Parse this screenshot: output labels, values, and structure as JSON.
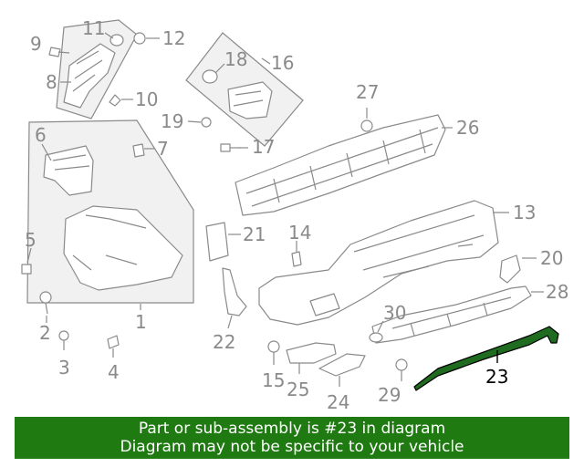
{
  "callouts": {
    "c1": "1",
    "c2": "2",
    "c3": "3",
    "c4": "4",
    "c5": "5",
    "c6": "6",
    "c7": "7",
    "c8": "8",
    "c9": "9",
    "c10": "10",
    "c11": "11",
    "c12": "12",
    "c13": "13",
    "c14": "14",
    "c15": "15",
    "c16": "16",
    "c17": "17",
    "c18": "18",
    "c19": "19",
    "c20": "20",
    "c21": "21",
    "c22": "22",
    "c23": "23",
    "c24": "24",
    "c25": "25",
    "c26": "26",
    "c27": "27",
    "c28": "28",
    "c29": "29",
    "c30": "30"
  },
  "highlighted_part": "23",
  "colors": {
    "part_line": "#8a8a8a",
    "highlight": "#000000",
    "highlight_part_fill": "#1f6b1f",
    "banner_bg": "#1f7a12",
    "banner_text": "#ffffff"
  },
  "banner": {
    "line1": "Part or sub-assembly is #23 in diagram",
    "line2": "Diagram may not be specific to your vehicle"
  }
}
